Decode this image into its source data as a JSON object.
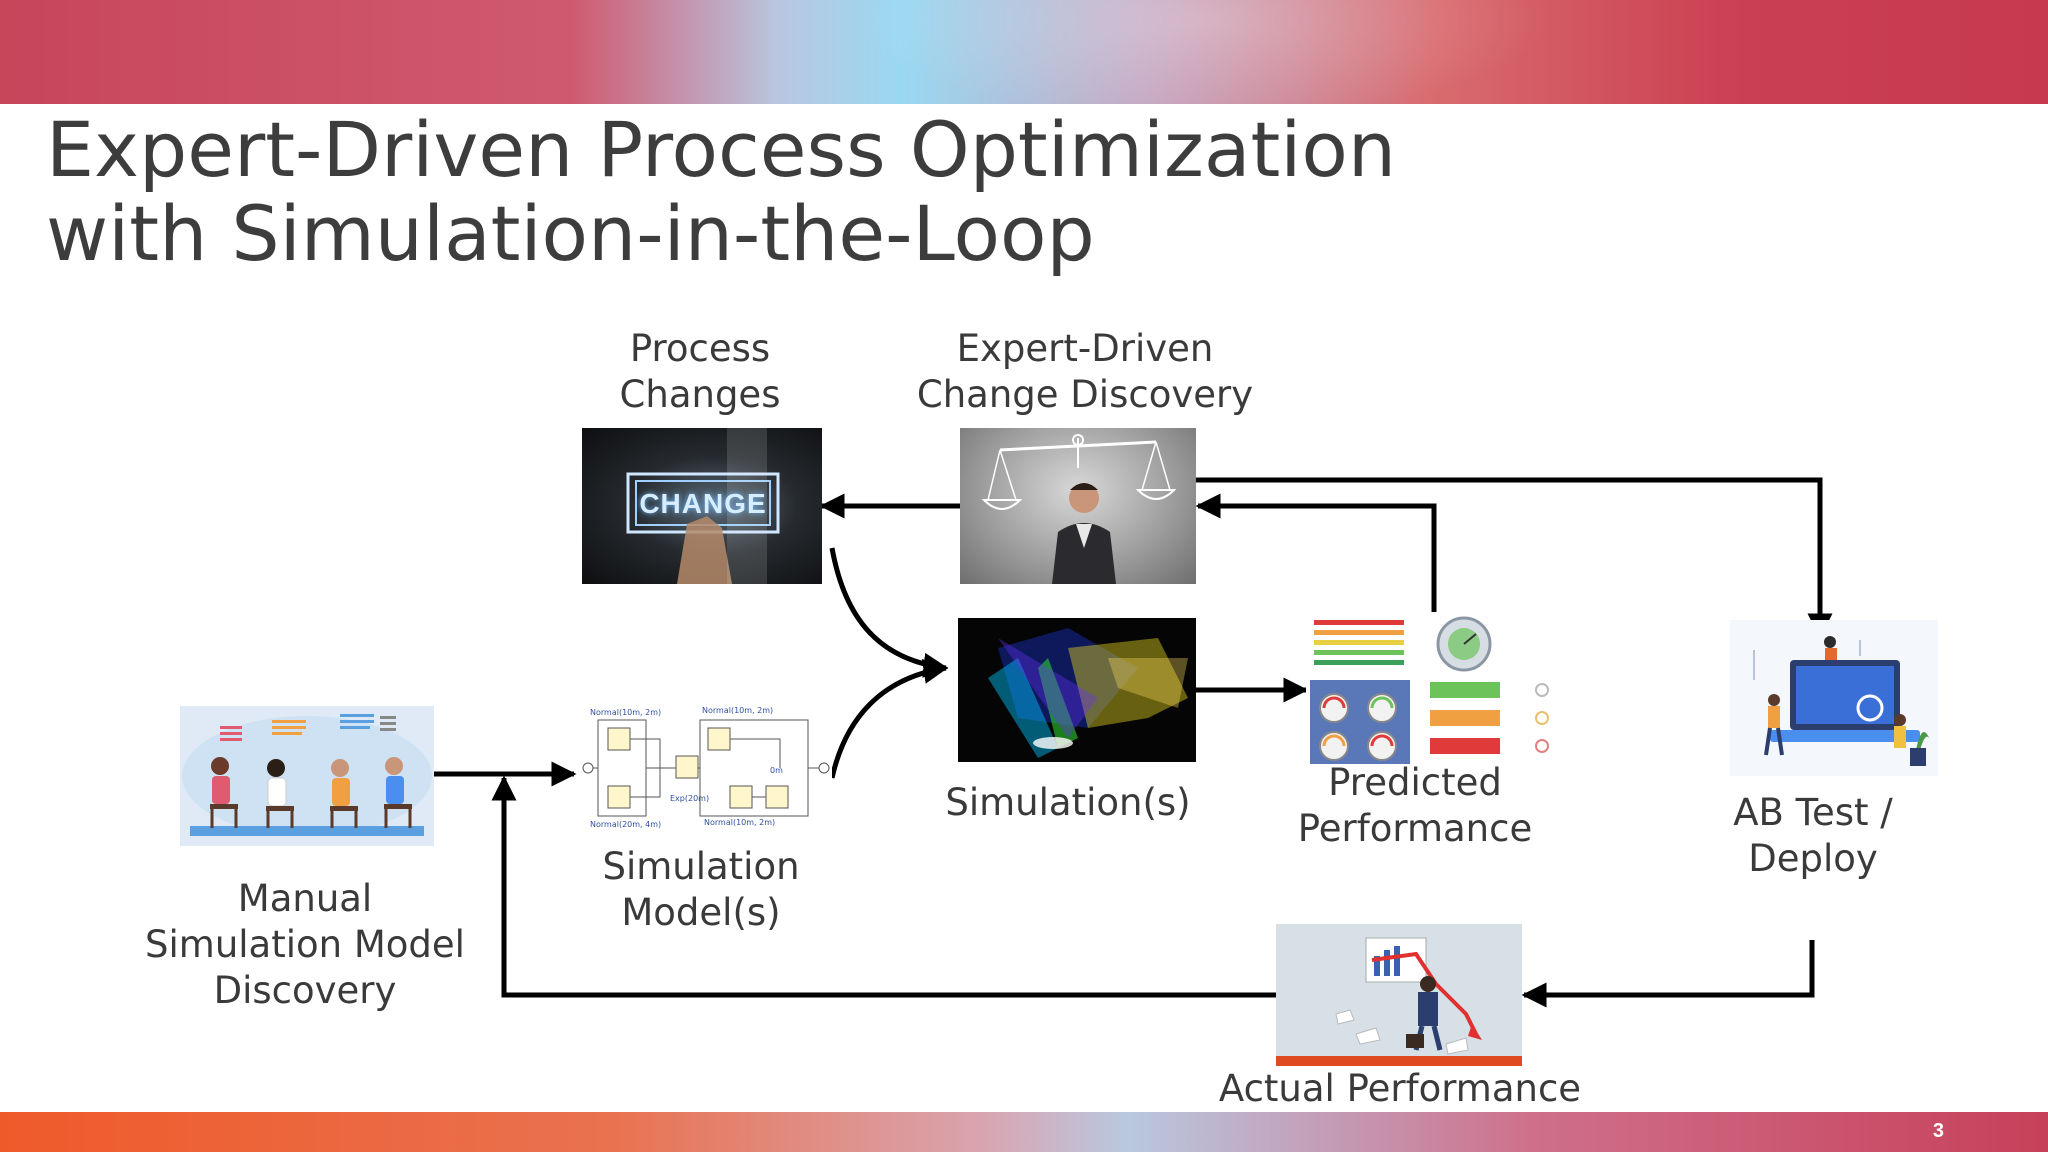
{
  "slide": {
    "title_line1": "Expert-Driven Process Optimization",
    "title_line2": "with Simulation-in-the-Loop",
    "page_number": "3"
  },
  "nodes": {
    "process_changes": {
      "line1": "Process",
      "line2": "Changes",
      "image_text": "CHANGE"
    },
    "expert_discovery": {
      "line1": "Expert-Driven",
      "line2": "Change Discovery"
    },
    "simulations": {
      "line1": "Simulation(s)"
    },
    "predicted_performance": {
      "line1": "Predicted",
      "line2": "Performance"
    },
    "ab_test": {
      "line1": "AB Test /",
      "line2": "Deploy"
    },
    "manual_discovery": {
      "line1": "Manual",
      "line2": "Simulation Model",
      "line3": "Discovery"
    },
    "simulation_models": {
      "line1": "Simulation",
      "line2": "Model(s)",
      "diagram_labels": [
        "Normal(10m, 2m)",
        "Normal(10m, 2m)",
        "Exp(20m)",
        "Normal(20m, 4m)",
        "Normal(10m, 2m)",
        "0m"
      ]
    },
    "actual_performance": {
      "line1": "Actual Performance"
    }
  },
  "colors": {
    "arrow": "#000000",
    "text": "#3a3a3a",
    "accent_red": "#e03a3a",
    "accent_orange": "#f0a040",
    "accent_green": "#6bc35a"
  }
}
